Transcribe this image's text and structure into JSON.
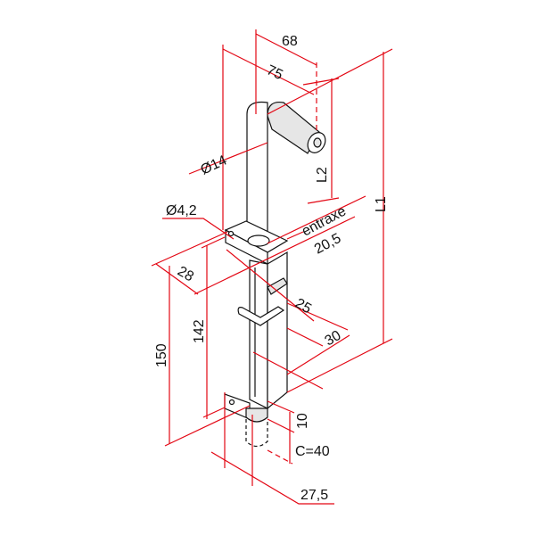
{
  "drawing": {
    "colors": {
      "dimension": "#e30613",
      "outline": "#111111"
    },
    "labels": {
      "d68": "68",
      "d75": "75",
      "dia14": "Ø14",
      "l2": "L2",
      "l1": "L1",
      "dia42": "Ø4,2",
      "entraxe": "entraxe",
      "d205": "20,5",
      "d28": "28",
      "d25": "25",
      "d30": "30",
      "d150": "150",
      "d142": "142",
      "d10": "10",
      "c40": "C=40",
      "d275": "27,5"
    }
  }
}
